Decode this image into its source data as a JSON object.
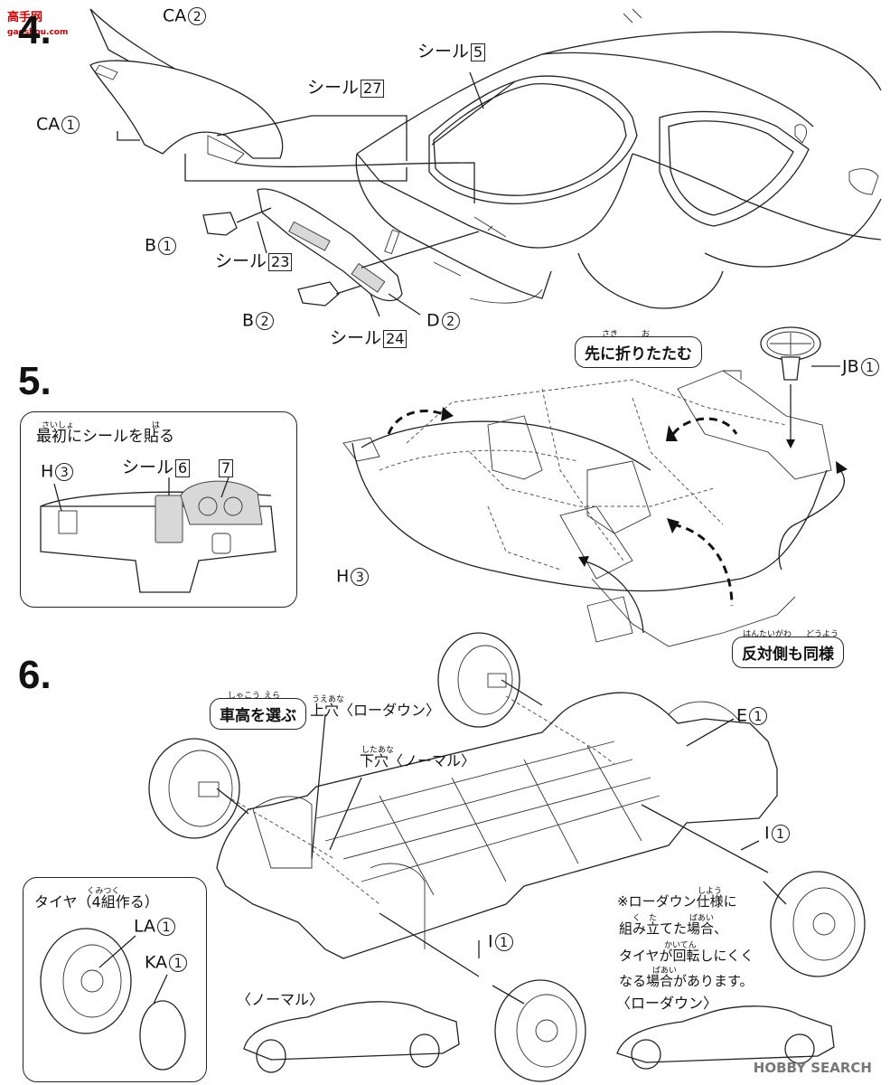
{
  "watermark_top": {
    "text": "高手网",
    "sub": "gaoshou.com"
  },
  "watermark_bottom": "HOBBY SEARCH",
  "steps": {
    "s4": "4.",
    "s5": "5.",
    "s6": "6."
  },
  "step4": {
    "seal5": {
      "text": "シール",
      "num": "5"
    },
    "seal27": {
      "text": "シール",
      "num": "27"
    },
    "seal23": {
      "text": "シール",
      "num": "23"
    },
    "seal24": {
      "text": "シール",
      "num": "24"
    },
    "ca2": {
      "text": "CA",
      "num": "2"
    },
    "ca1": {
      "text": "CA",
      "num": "1"
    },
    "b1": {
      "text": "B",
      "num": "1"
    },
    "b2": {
      "text": "B",
      "num": "2"
    },
    "d2": {
      "text": "D",
      "num": "2"
    }
  },
  "step5": {
    "callout_fold": {
      "ruby1": "さき",
      "ruby2": "お",
      "text": "先に折りたたむ"
    },
    "callout_same": {
      "ruby1": "はんたいがわ",
      "ruby2": "どうよう",
      "text": "反対側も同様"
    },
    "jb1": {
      "text": "JB",
      "num": "1"
    },
    "h3_main": {
      "text": "H",
      "num": "3"
    },
    "inset": {
      "title": "最初にシールを貼る",
      "ruby1": "さいしょ",
      "ruby2": "は",
      "h3": {
        "text": "H",
        "num": "3"
      },
      "seal6": {
        "text": "シール",
        "num": "6"
      },
      "seal7": {
        "num": "7"
      }
    }
  },
  "step6": {
    "callout_height": {
      "ruby1": "しゃこう",
      "ruby2": "えら",
      "text": "車高を選ぶ"
    },
    "upper_hole": {
      "ruby": "うえあな",
      "text": "上穴〈ローダウン〉"
    },
    "lower_hole": {
      "ruby": "したあな",
      "text": "下穴〈ノーマル〉"
    },
    "e1": {
      "text": "E",
      "num": "1"
    },
    "i1_right": {
      "text": "I",
      "num": "1"
    },
    "i1_left": {
      "text": "I",
      "num": "1"
    },
    "note": {
      "ruby1": "しよう",
      "line1": "※ローダウン仕様に",
      "ruby2": "く　た　　　　ばあい",
      "line2": "組み立てた場合、",
      "ruby3": "かいてん",
      "line3": "タイヤが回転しにくく",
      "ruby4": "ばあい",
      "line4": "なる場合があります。"
    },
    "tire_inset": {
      "ruby": "くみつく",
      "title": "タイヤ（4組作る）",
      "la1": {
        "text": "LA",
        "num": "1"
      },
      "ka1": {
        "text": "KA",
        "num": "1"
      }
    },
    "normal_label": "〈ノーマル〉",
    "lowdown_label": "〈ローダウン〉"
  }
}
